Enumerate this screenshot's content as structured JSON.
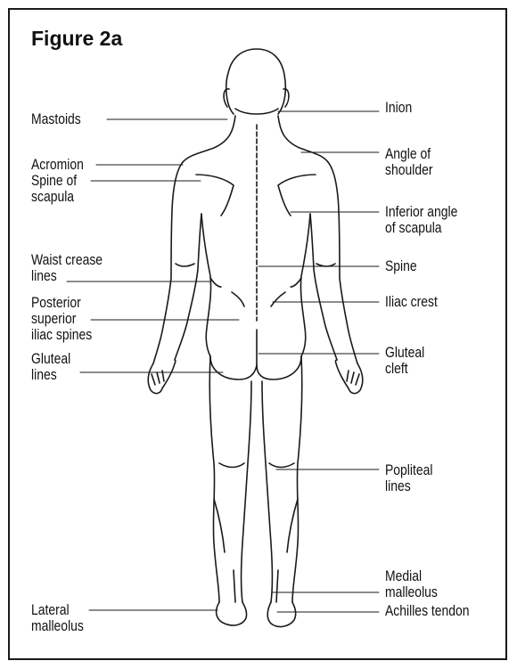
{
  "figure": {
    "title": "Figure 2a",
    "labels": {
      "mastoids": "Mastoids",
      "acromion": "Acromion",
      "spine_of_scapula_1": "Spine of",
      "spine_of_scapula_2": "scapula",
      "waist_crease_1": "Waist crease",
      "waist_crease_2": "lines",
      "psis_1": "Posterior",
      "psis_2": "superior",
      "psis_3": "iliac spines",
      "gluteal_lines_1": "Gluteal",
      "gluteal_lines_2": "lines",
      "lateral_malleolus_1": "Lateral",
      "lateral_malleolus_2": "malleolus",
      "inion": "Inion",
      "angle_of_shoulder_1": "Angle of",
      "angle_of_shoulder_2": "shoulder",
      "inferior_angle_1": "Inferior angle",
      "inferior_angle_2": "of scapula",
      "spine": "Spine",
      "iliac_crest": "Iliac crest",
      "gluteal_cleft_1": "Gluteal",
      "gluteal_cleft_2": "cleft",
      "popliteal_1": "Popliteal",
      "popliteal_2": "lines",
      "medial_malleolus_1": "Medial",
      "medial_malleolus_2": "malleolus",
      "achilles": "Achilles tendon"
    }
  }
}
